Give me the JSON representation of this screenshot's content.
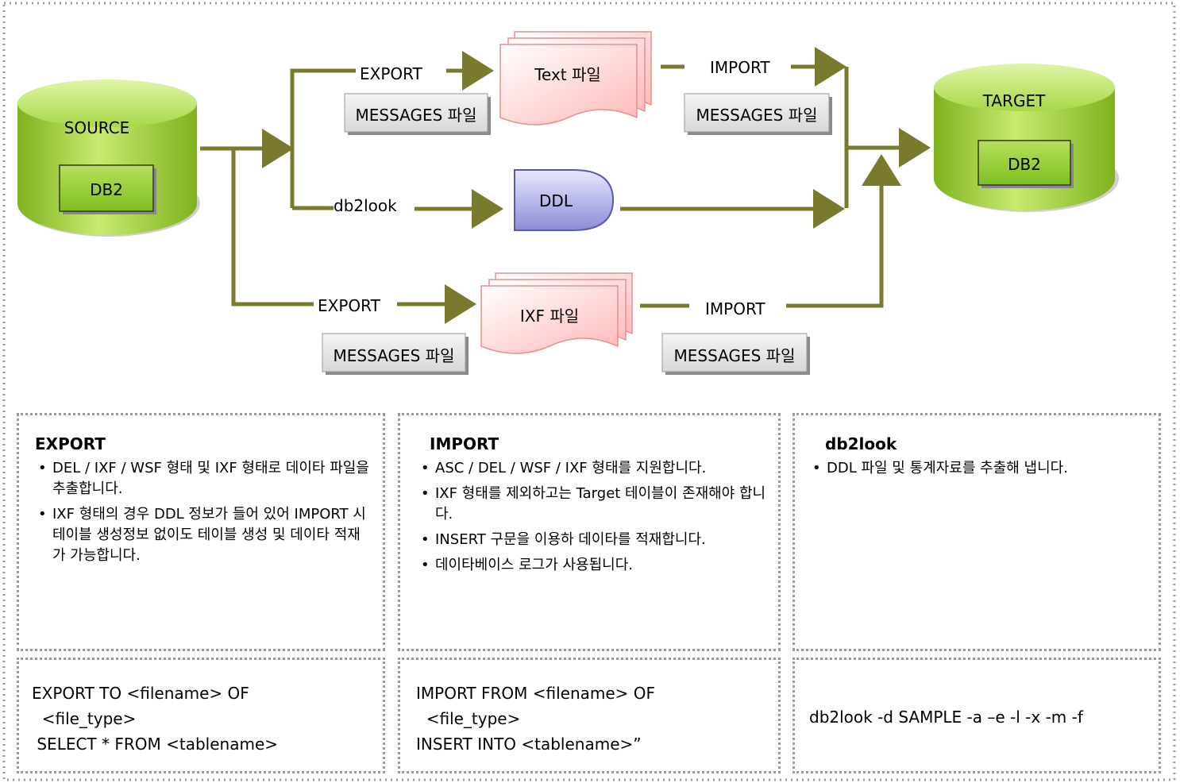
{
  "diagram": {
    "source_label": "SOURCE",
    "source_db": "DB2",
    "target_label": "TARGET",
    "target_db": "DB2",
    "export_top": "EXPORT",
    "import_top": "IMPORT",
    "text_file": "Text 파일",
    "messages_1": "MESSAGES 파일",
    "messages_2": "MESSAGES 파일",
    "messages_3": "MESSAGES 파일",
    "messages_4": "MESSAGES 파일",
    "db2look_label": "db2look",
    "ddl": "DDL",
    "export_bottom": "EXPORT",
    "import_bottom": "IMPORT",
    "ixf_file": "IXF 파일"
  },
  "panels": {
    "export": {
      "title": "EXPORT",
      "bullets": [
        "DEL / IXF / WSF 형태 및 IXF 형태로 데이타 파일을 추출합니다.",
        "IXF 형태의 경우 DDL 정보가 들어 있어 IMPORT 시 테이블 생성정보 없이도 테이블 생성 및 데이타 적재가 가능합니다."
      ],
      "cmd": [
        "EXPORT TO <filename> OF",
        "  <file_type>",
        " SELECT * FROM <tablename>"
      ]
    },
    "import": {
      "title": "IMPORT",
      "bullets": [
        "ASC / DEL / WSF / IXF 형태를 지원합니다.",
        "IXF 형태를 제외하고는 Target 테이블이 존재해야 합니다.",
        "INSERT 구문을 이용하 데이타를 적재합니다.",
        "데이타베이스 로그가 사용됩니다."
      ],
      "cmd": [
        "IMPORT FROM <filename> OF",
        "  <file_type>",
        "INSERT INTO <tablename>”"
      ]
    },
    "db2look": {
      "title": "db2look",
      "bullets": [
        "DDL 파일 및 통계자료를  추출해 냅니다."
      ],
      "cmd": [
        "db2look -d SAMPLE -a –e -l -x -m -f"
      ]
    }
  },
  "colors": {
    "arrow": "#7a7a2e",
    "cylinder_green": "#9acd32",
    "file_pink": "#ffc6c6",
    "ddl_purple": "#a8a8e0",
    "messages_gray": "#e6e6e6"
  }
}
